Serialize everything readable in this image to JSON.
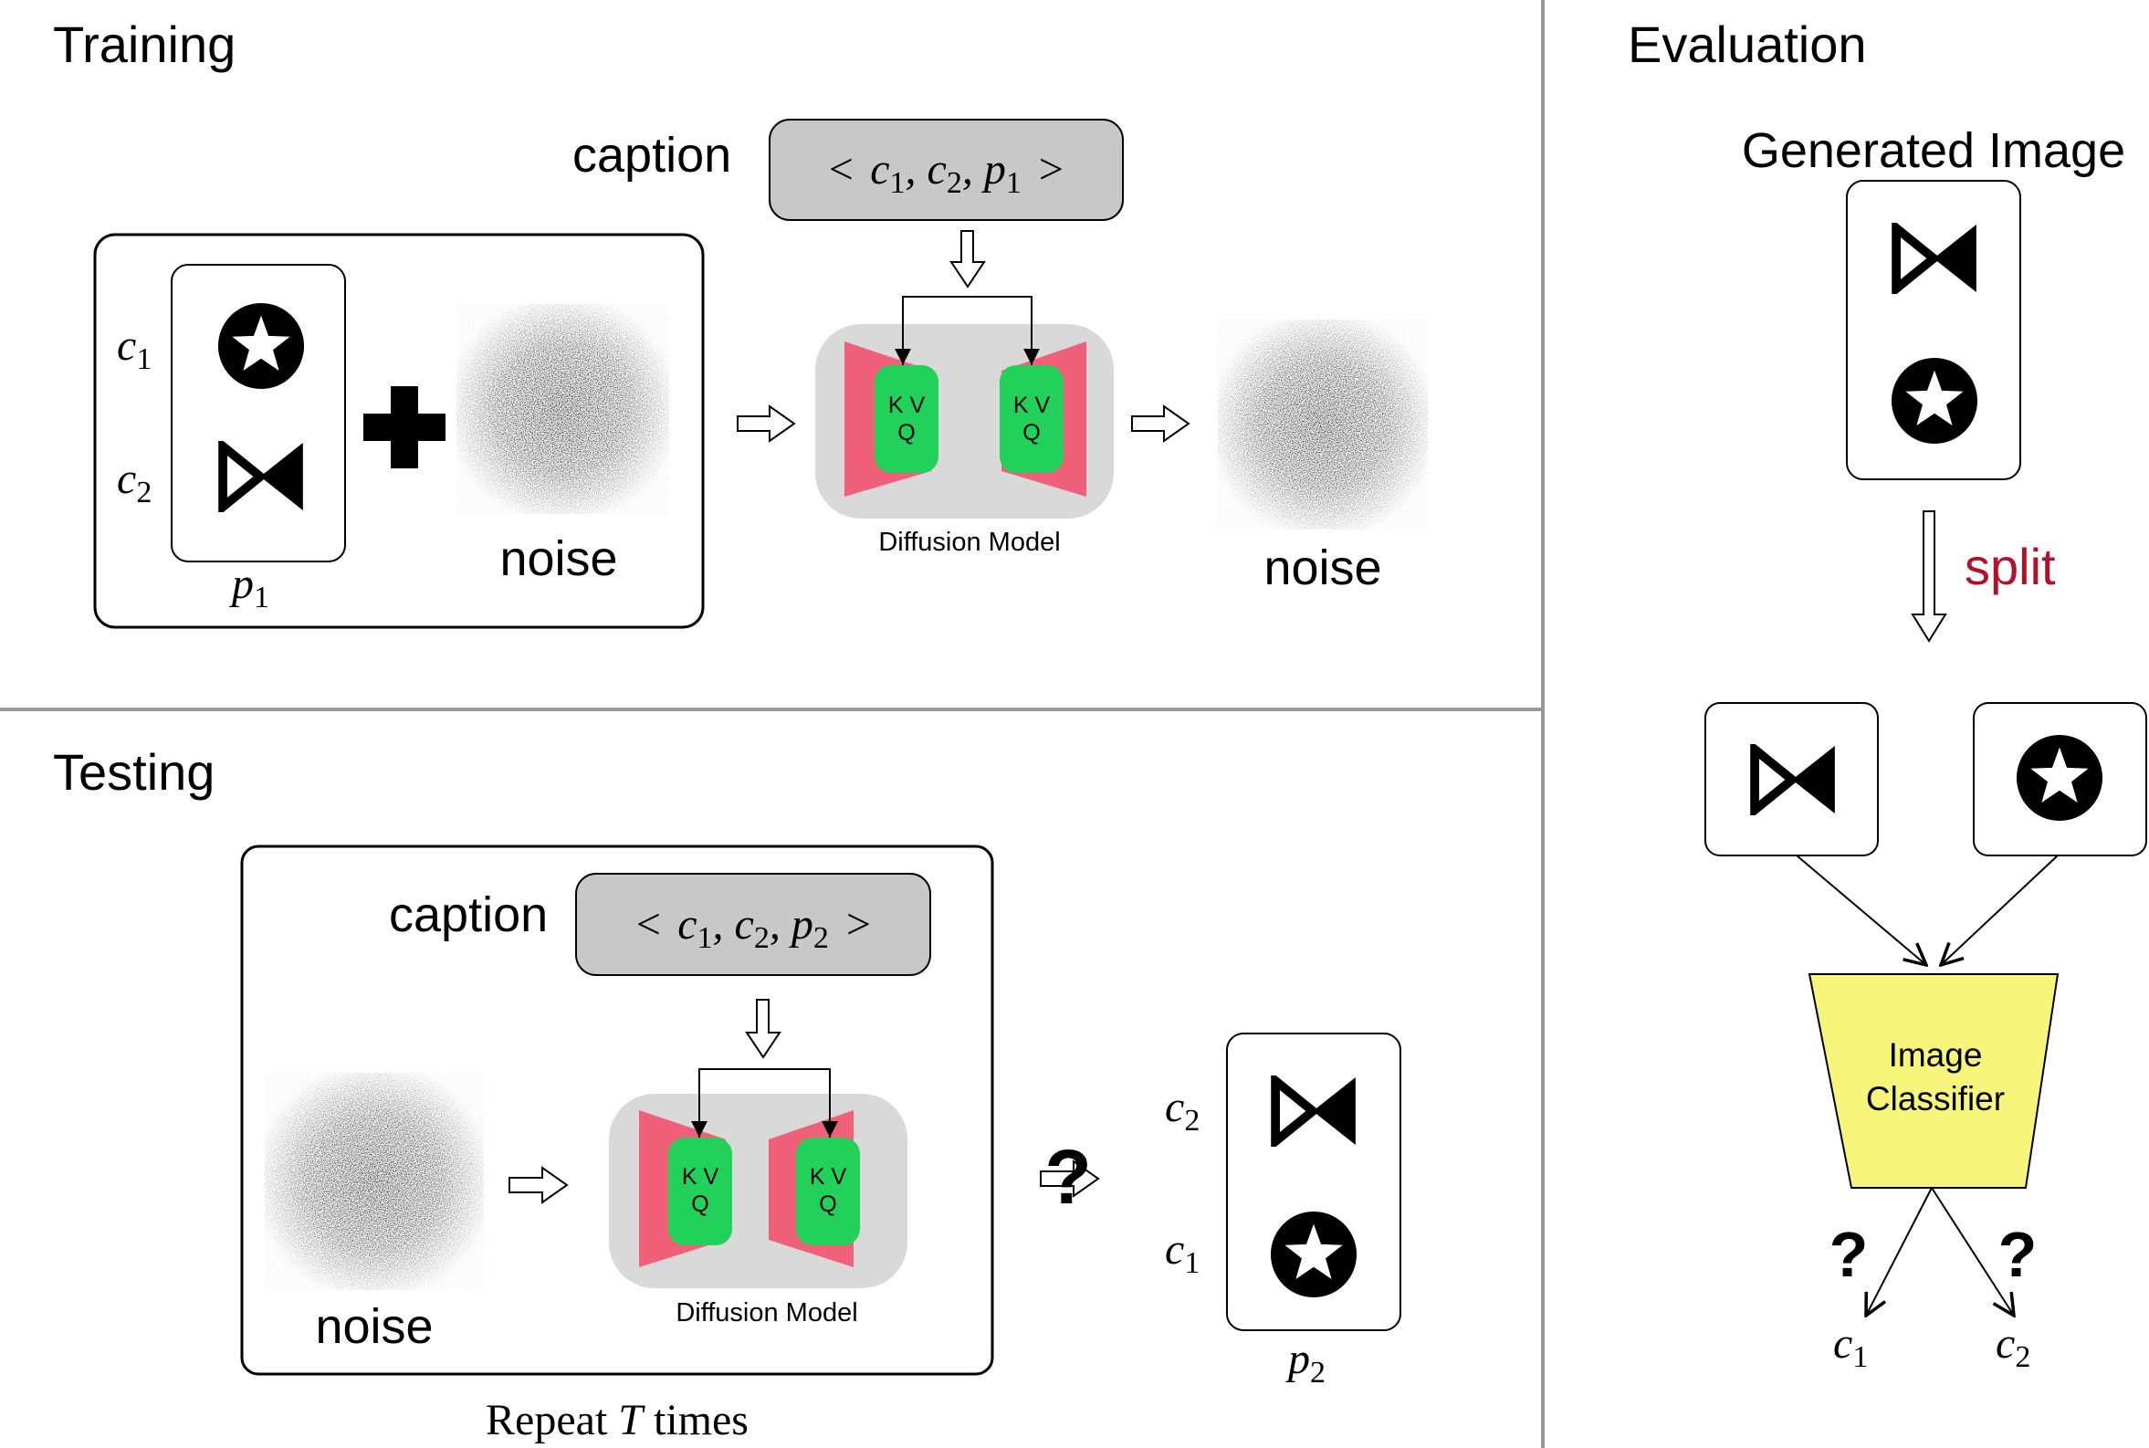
{
  "sections": {
    "training": "Training",
    "testing": "Testing",
    "evaluation": "Evaluation"
  },
  "training": {
    "caption_label": "caption",
    "caption_tuple": {
      "open": "<",
      "c1": "c",
      "c1_sub": "1",
      "c2": "c",
      "c2_sub": "2",
      "p": "p",
      "p_sub": "1",
      "close": ">"
    },
    "c1_label": "c",
    "c1_sub": "1",
    "c2_label": "c",
    "c2_sub": "2",
    "p_label": "p",
    "p_sub": "1",
    "noise_in": "noise",
    "noise_out": "noise",
    "model_label": "Diffusion Model",
    "kv": "K V",
    "q": "Q"
  },
  "testing": {
    "caption_label": "caption",
    "caption_tuple": {
      "open": "<",
      "c1": "c",
      "c1_sub": "1",
      "c2": "c",
      "c2_sub": "2",
      "p": "p",
      "p_sub": "2",
      "close": ">"
    },
    "noise_in": "noise",
    "model_label": "Diffusion Model",
    "kv": "K V",
    "q": "Q",
    "repeat_prefix": "Repeat",
    "repeat_var": "T",
    "repeat_suffix": "times",
    "question": "?",
    "c2_label": "c",
    "c2_sub": "2",
    "c1_label": "c",
    "c1_sub": "1",
    "p_label": "p",
    "p_sub": "2"
  },
  "evaluation": {
    "generated_label": "Generated Image",
    "split_label": "split",
    "classifier_line1": "Image",
    "classifier_line2": "Classifier",
    "q_left": "?",
    "q_right": "?",
    "out_left": "c",
    "out_left_sub": "1",
    "out_right": "c",
    "out_right_sub": "2"
  },
  "colors": {
    "caption_fill": "#c8c8c8",
    "model_bg": "#d9d9d9",
    "unet_red": "#f06079",
    "attention_green": "#22d15a",
    "classifier_yellow": "#f7f57a",
    "split_red": "#b0112b"
  },
  "icons": [
    "star-circle-icon",
    "bowtie-icon"
  ]
}
